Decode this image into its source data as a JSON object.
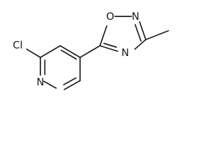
{
  "molecule": {
    "atoms": {
      "cl": "Cl",
      "n_pyridine": "N",
      "o_ring": "O",
      "n_ring_top": "N",
      "n_ring_bottom": "N"
    }
  }
}
